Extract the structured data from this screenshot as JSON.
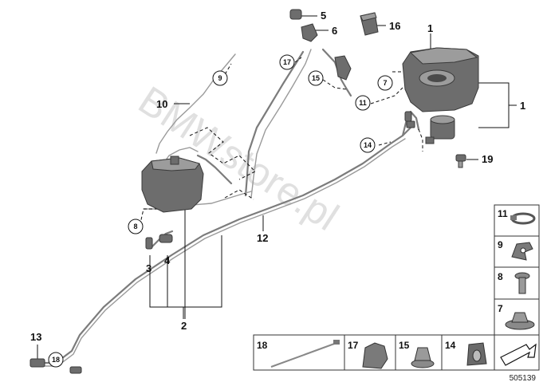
{
  "callouts": {
    "c1a": "1",
    "c1b": "1",
    "c2": "2",
    "c3": "3",
    "c4": "4",
    "c5": "5",
    "c6": "6",
    "c10": "10",
    "c12": "12",
    "c13": "13",
    "c16": "16",
    "c19": "19"
  },
  "circled": {
    "k7": "7",
    "k8": "8",
    "k9": "9",
    "k11": "11",
    "k14": "14",
    "k15": "15",
    "k17": "17",
    "k18": "18"
  },
  "legend": {
    "l11": "11",
    "l9": "9",
    "l8": "8",
    "l7": "7",
    "l18": "18",
    "l17": "17",
    "l15": "15",
    "l14": "14"
  },
  "watermark": "BMWstore.pl",
  "reference_number": "505139"
}
